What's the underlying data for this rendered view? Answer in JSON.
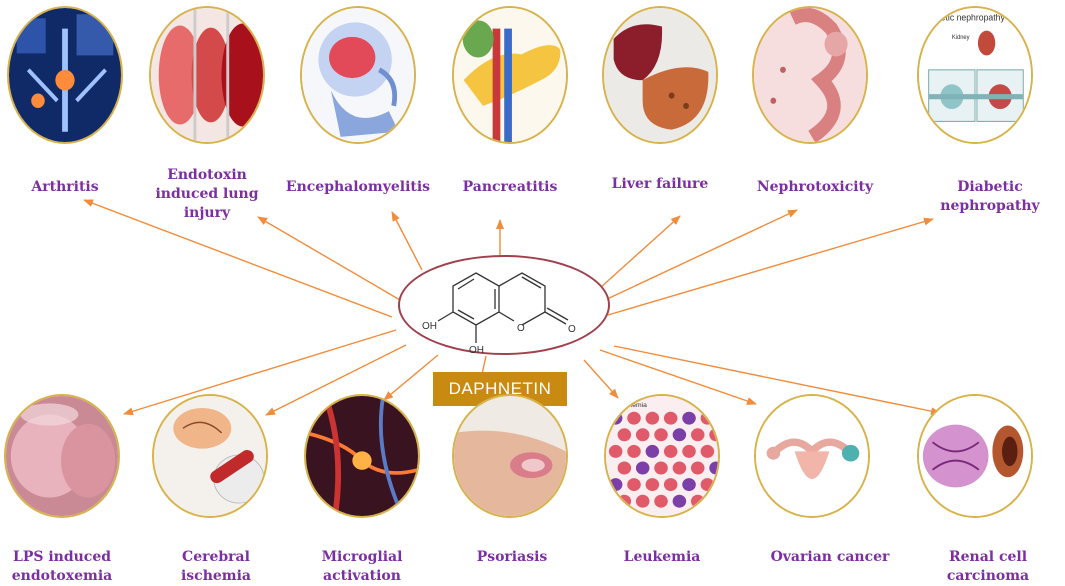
{
  "center": {
    "name": "DAPHNETIN",
    "atom_labels": {
      "oh1": "OH",
      "oh2": "OH",
      "o_ring": "O",
      "o_carbonyl": "O"
    }
  },
  "colors": {
    "label": "#7b2fa0",
    "arrow": "#f28c3c",
    "ring": "#d8b24a",
    "ellipse": "#a0414e",
    "box": "#c98a12"
  },
  "top_row": [
    {
      "id": "arthritis",
      "label": "Arthritis",
      "icon": "skeleton-xray"
    },
    {
      "id": "lung-injury",
      "label": "Endotoxin\ninduced lung\ninjury",
      "icon": "lungs"
    },
    {
      "id": "encephalomyelitis",
      "label": "Encephalomyelitis",
      "icon": "brain-head"
    },
    {
      "id": "pancreatitis",
      "label": "Pancreatitis",
      "icon": "pancreas"
    },
    {
      "id": "liver-failure",
      "label": "Liver failure",
      "icon": "liver"
    },
    {
      "id": "nephrotoxicity",
      "label": "Nephrotoxicity",
      "icon": "kidney-tissue"
    },
    {
      "id": "diabetic-nephropathy",
      "label": "Diabetic\nnephropathy",
      "icon": "kidney-diagram",
      "inner_text": {
        "title": "Diabetic nephropathy",
        "kidney": "Kidney"
      }
    }
  ],
  "bottom_row": [
    {
      "id": "lps-endotoxemia",
      "label": "LPS induced\nendotoxemia",
      "icon": "inflamed-tissue"
    },
    {
      "id": "cerebral-ischemia",
      "label": "Cerebral\nischemia",
      "icon": "brain-vessel"
    },
    {
      "id": "microglial-activation",
      "label": "Microglial\nactivation",
      "icon": "neurons"
    },
    {
      "id": "psoriasis",
      "label": "Psoriasis",
      "icon": "skin-elbow"
    },
    {
      "id": "leukemia",
      "label": "Leukemia",
      "icon": "blood-cells",
      "inner_text": {
        "title": "Leukemia"
      }
    },
    {
      "id": "ovarian-cancer",
      "label": "Ovarian cancer",
      "icon": "uterus-ovary"
    },
    {
      "id": "renal-cell-carcinoma",
      "label": "Renal cell\ncarcinoma",
      "icon": "histology-kidney"
    }
  ]
}
